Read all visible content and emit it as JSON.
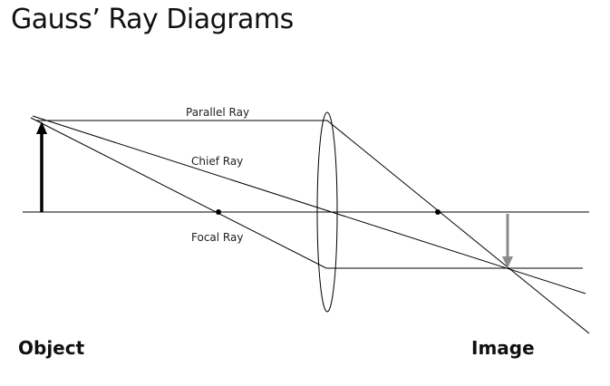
{
  "title": "Gauss’ Ray Diagrams",
  "rays": {
    "parallel": "Parallel Ray",
    "chief": "Chief Ray",
    "focal": "Focal Ray"
  },
  "labels": {
    "object": "Object",
    "image": "Image"
  },
  "colors": {
    "line": "#000000",
    "object_arrow": "#000000",
    "image_arrow": "#8a8a8a"
  }
}
